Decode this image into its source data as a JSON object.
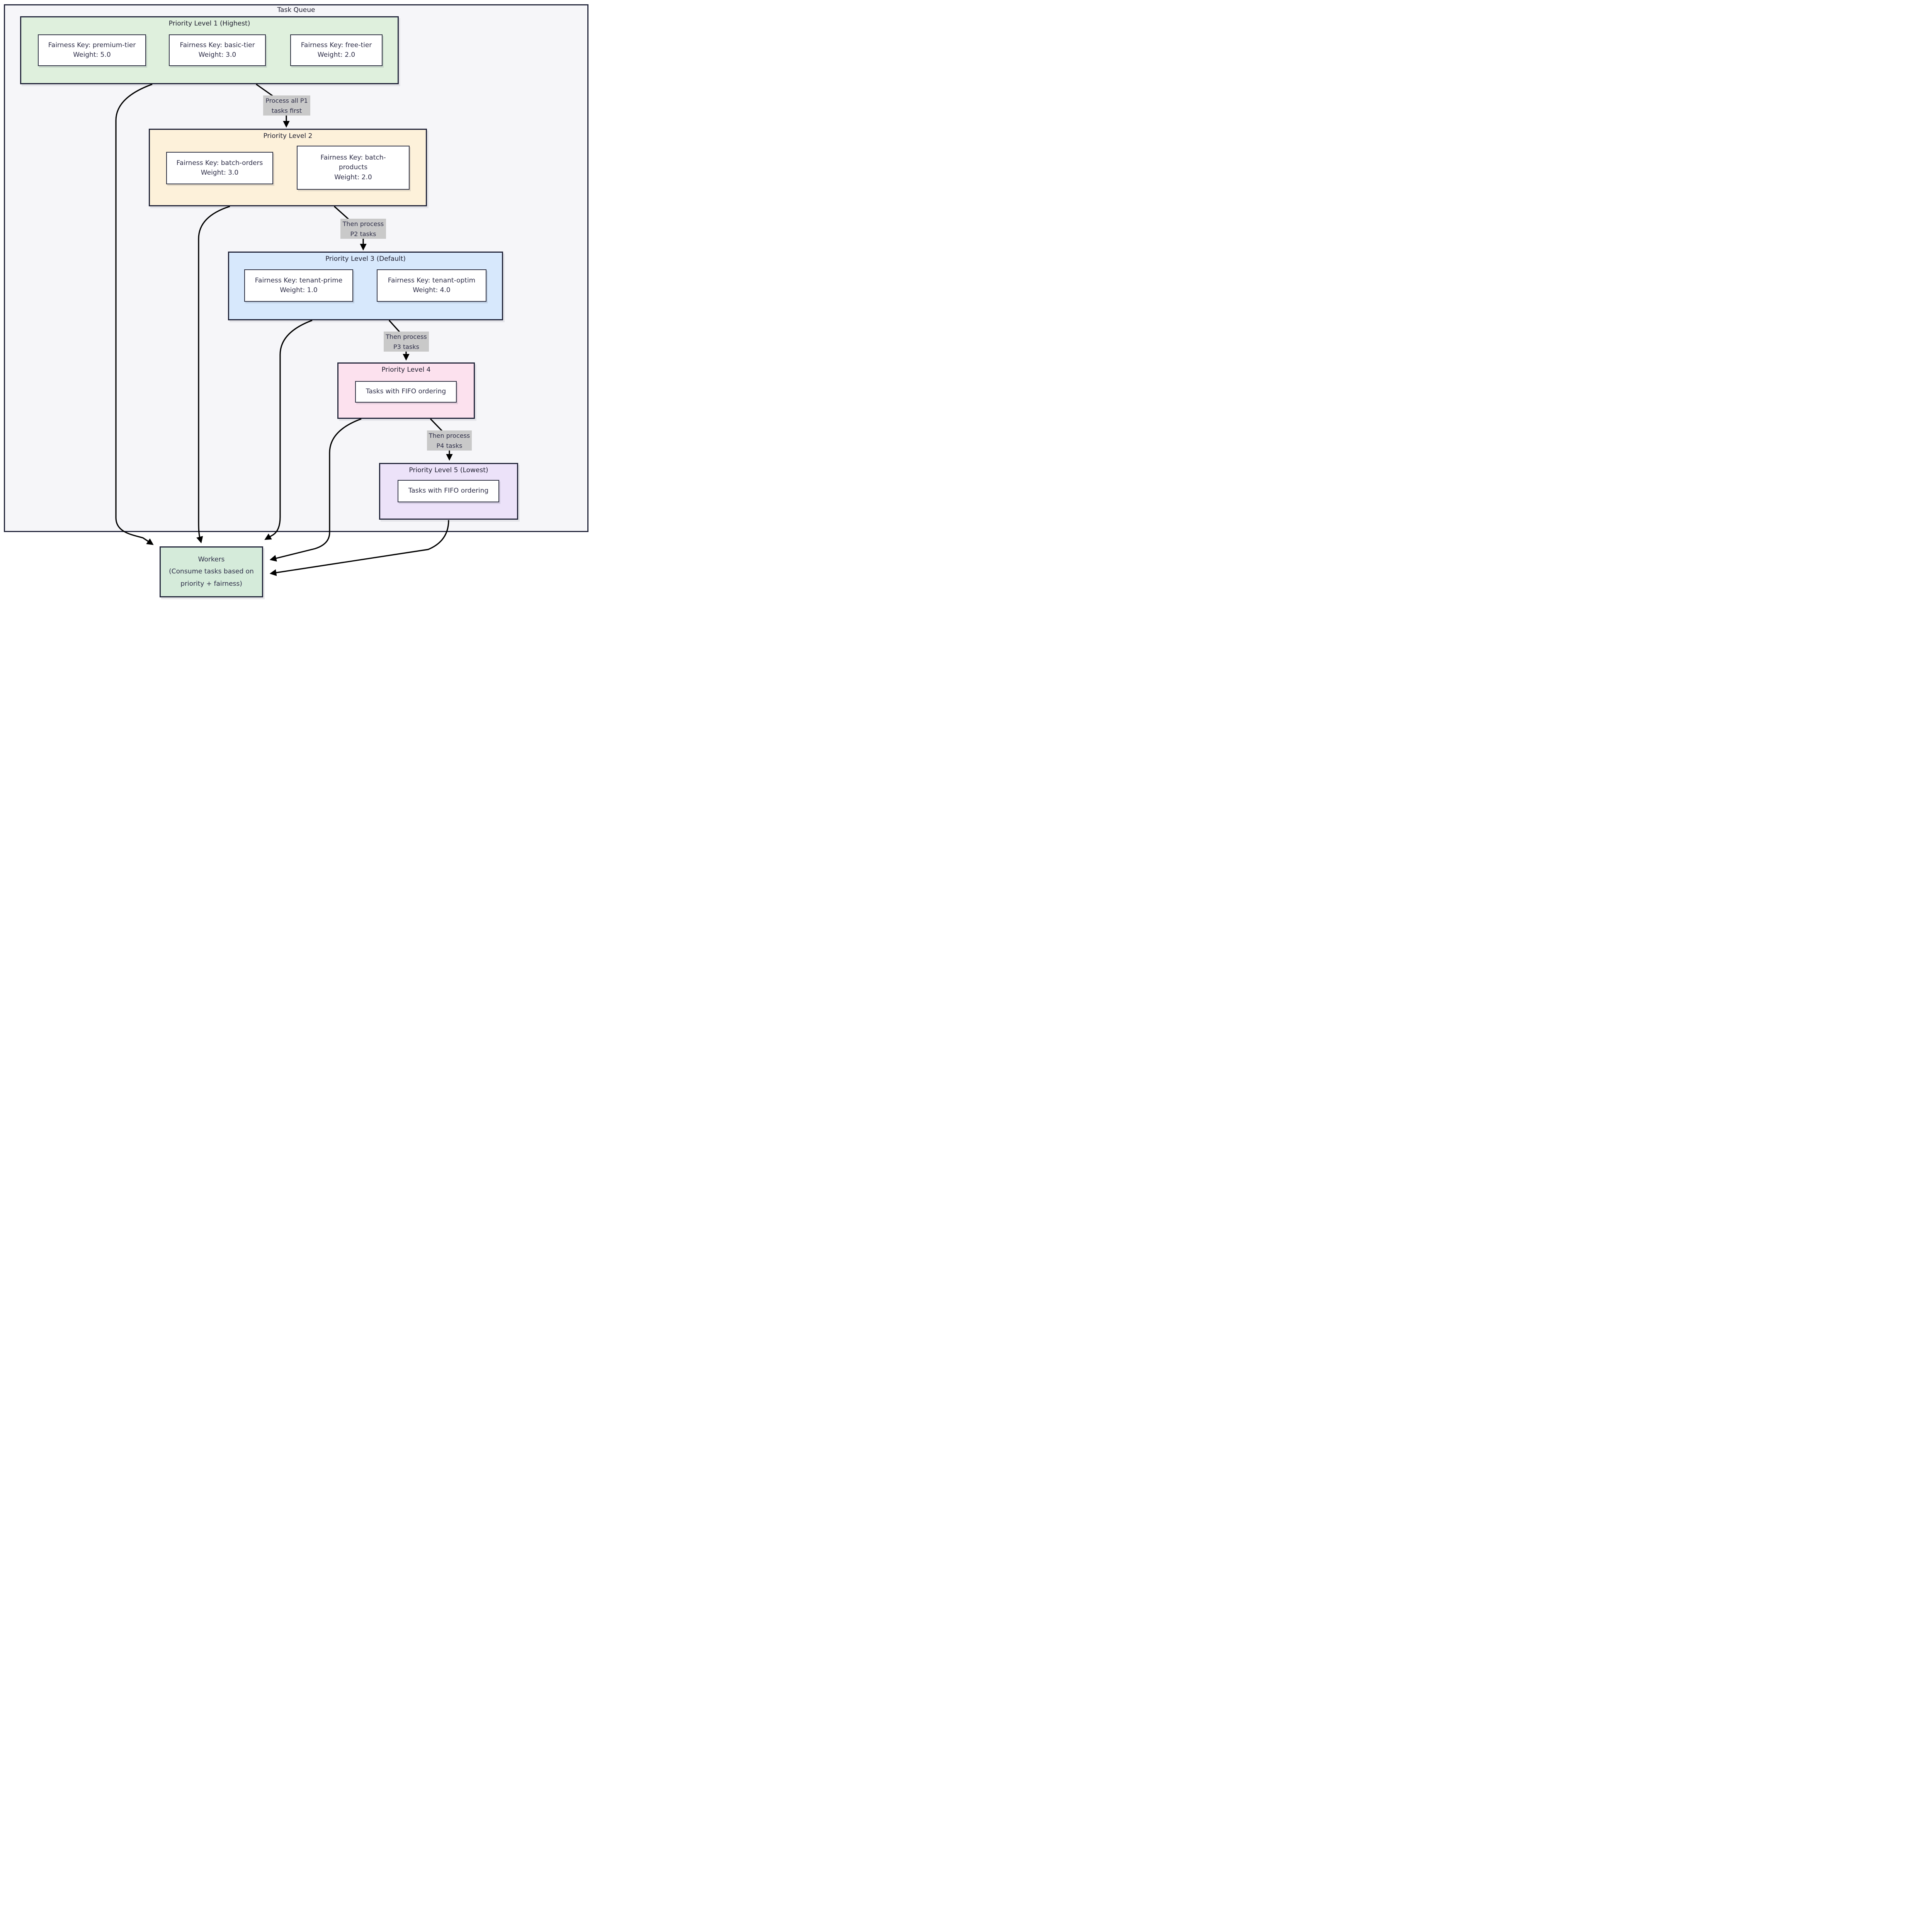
{
  "diagram": {
    "title": "Task Queue",
    "colors": {
      "page_bg": "#ffffff",
      "container_fill": "#f6f6f9",
      "border_dark": "#23263b",
      "node_border": "#2e3142",
      "text": "#2d2d47",
      "edge_label_bg": "#c9c9c9",
      "arrow": "#000000",
      "p1_fill": "#dff0dd",
      "p2_fill": "#fdf1da",
      "p3_fill": "#d7e8fc",
      "p4_fill": "#fce1ee",
      "p5_fill": "#ece2f9",
      "workers_fill": "#d5ebda"
    },
    "clusters": [
      {
        "title": "Priority Level 1 (Highest)",
        "nodes": [
          {
            "lines": [
              "Fairness Key: premium-tier",
              "Weight: 5.0"
            ]
          },
          {
            "lines": [
              "Fairness Key: basic-tier",
              "Weight: 3.0"
            ]
          },
          {
            "lines": [
              "Fairness Key: free-tier",
              "Weight: 2.0"
            ]
          }
        ]
      },
      {
        "title": "Priority Level 2",
        "nodes": [
          {
            "lines": [
              "Fairness Key: batch-orders",
              "Weight: 3.0"
            ]
          },
          {
            "lines": [
              "Fairness Key: batch-",
              "products",
              "Weight: 2.0"
            ]
          }
        ]
      },
      {
        "title": "Priority Level 3 (Default)",
        "nodes": [
          {
            "lines": [
              "Fairness Key: tenant-prime",
              "Weight: 1.0"
            ]
          },
          {
            "lines": [
              "Fairness Key: tenant-optim",
              "Weight: 4.0"
            ]
          }
        ]
      },
      {
        "title": "Priority Level 4",
        "nodes": [
          {
            "lines": [
              "Tasks with FIFO ordering"
            ]
          }
        ]
      },
      {
        "title": "Priority Level 5 (Lowest)",
        "nodes": [
          {
            "lines": [
              "Tasks with FIFO ordering"
            ]
          }
        ]
      }
    ],
    "edge_labels": [
      {
        "lines": [
          "Process all P1",
          "tasks first"
        ]
      },
      {
        "lines": [
          "Then process",
          "P2 tasks"
        ]
      },
      {
        "lines": [
          "Then process",
          "P3 tasks"
        ]
      },
      {
        "lines": [
          "Then process",
          "P4 tasks"
        ]
      }
    ],
    "workers": {
      "lines": [
        "Workers",
        "(Consume tasks based on",
        "priority + fairness)"
      ]
    }
  }
}
